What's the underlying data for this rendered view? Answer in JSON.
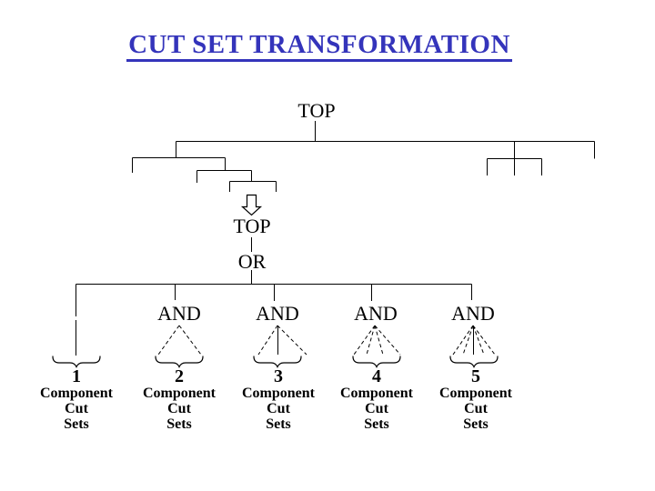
{
  "slide": {
    "title": "CUT SET TRANSFORMATION",
    "colors": {
      "title": "#3434BB",
      "lines": "#000000",
      "background": "#FFFFFF"
    }
  },
  "original_tree": {
    "root": "TOP"
  },
  "transform_arrow_icon": "hollow-down-arrow",
  "transformed_tree": {
    "root": "TOP",
    "gate": "OR"
  },
  "branches": [
    {
      "count": "1",
      "gate": "",
      "inputs": 1,
      "label": [
        "Component",
        "Cut",
        "Sets"
      ]
    },
    {
      "count": "2",
      "gate": "AND",
      "inputs": 2,
      "label": [
        "Component",
        "Cut",
        "Sets"
      ]
    },
    {
      "count": "3",
      "gate": "AND",
      "inputs": 3,
      "label": [
        "Component",
        "Cut",
        "Sets"
      ]
    },
    {
      "count": "4",
      "gate": "AND",
      "inputs": 4,
      "label": [
        "Component",
        "Cut",
        "Sets"
      ]
    },
    {
      "count": "5",
      "gate": "AND",
      "inputs": 5,
      "label": [
        "Component",
        "Cut",
        "Sets"
      ]
    }
  ]
}
